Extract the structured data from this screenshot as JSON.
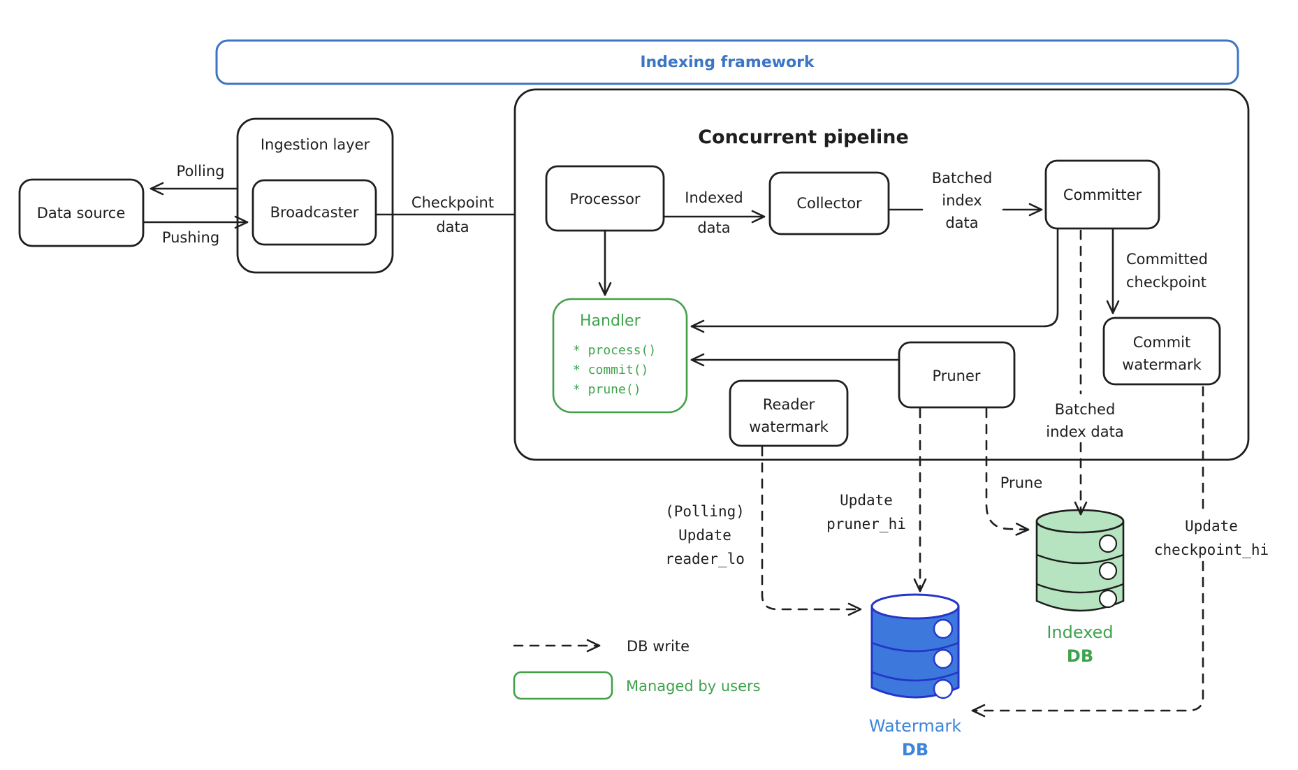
{
  "colors": {
    "ink": "#1e1e1e",
    "blue": "#3b75c4",
    "green": "#43a047",
    "green_text": "#3fa34d",
    "green_fill": "#b7e4c0",
    "db_blue_fill": "#3d79dd",
    "db_blue_stroke": "#2436c9",
    "db_blue_label": "#3d85d8"
  },
  "banner": {
    "title": "Indexing framework"
  },
  "nodes": {
    "data_source": {
      "label": "Data source"
    },
    "ingestion_layer": {
      "label": "Ingestion layer"
    },
    "broadcaster": {
      "label": "Broadcaster"
    },
    "pipeline": {
      "label": "Concurrent pipeline"
    },
    "processor": {
      "label": "Processor"
    },
    "collector": {
      "label": "Collector"
    },
    "committer": {
      "label": "Committer"
    },
    "handler": {
      "title": "Handler",
      "methods": [
        "* process()",
        "* commit()",
        "* prune()"
      ]
    },
    "reader_watermark": {
      "lines": [
        "Reader",
        "watermark"
      ]
    },
    "pruner": {
      "label": "Pruner"
    },
    "commit_watermark": {
      "lines": [
        "Commit",
        "watermark"
      ]
    },
    "watermark_db": {
      "icon": "database-cylinder",
      "lines": [
        "Watermark",
        "DB"
      ]
    },
    "indexed_db": {
      "icon": "database-cylinder",
      "lines": [
        "Indexed",
        "DB"
      ]
    }
  },
  "edges": {
    "polling": {
      "label": "Polling"
    },
    "pushing": {
      "label": "Pushing"
    },
    "checkpoint_data": {
      "lines": [
        "Checkpoint",
        "data"
      ]
    },
    "indexed_data": {
      "lines": [
        "Indexed",
        "data"
      ]
    },
    "batched_index_data": {
      "lines": [
        "Batched",
        "index",
        "data"
      ]
    },
    "committed_checkpoint": {
      "lines": [
        "Committed",
        "checkpoint"
      ]
    },
    "batched_index_data_db": {
      "lines": [
        "Batched",
        "index data"
      ]
    },
    "update_reader_lo": {
      "lines": [
        "(Polling)",
        "Update",
        "reader_lo"
      ]
    },
    "update_pruner_hi": {
      "lines": [
        "Update",
        "pruner_hi"
      ]
    },
    "prune": {
      "label": "Prune"
    },
    "update_checkpoint_hi": {
      "lines": [
        "Update",
        "checkpoint_hi"
      ]
    }
  },
  "legend": {
    "db_write": "DB write",
    "managed_by_users": "Managed by users"
  }
}
